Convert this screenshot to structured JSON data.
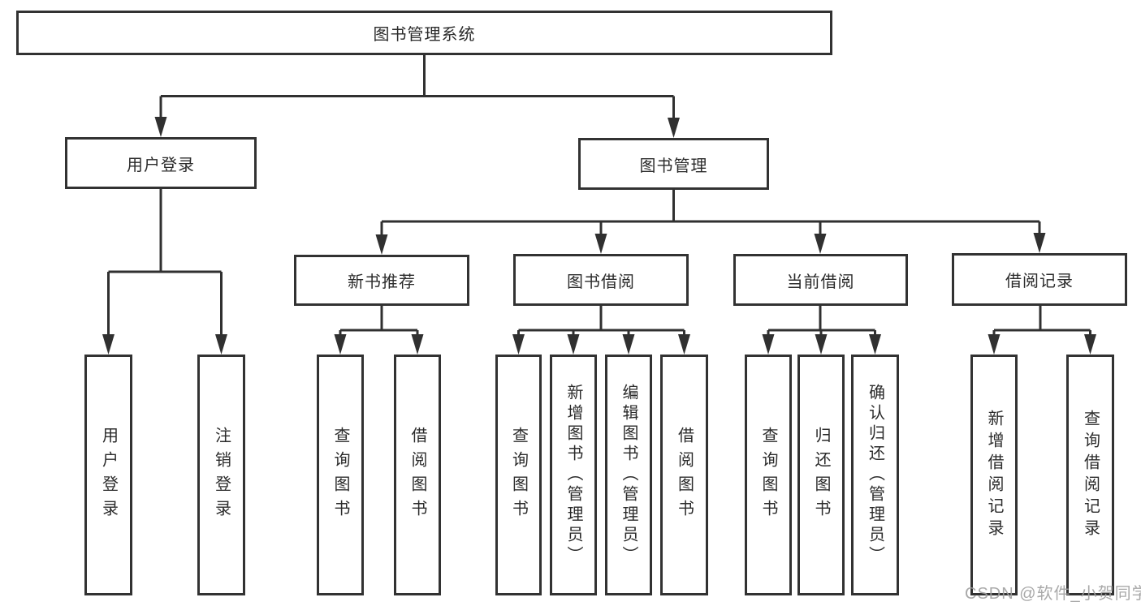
{
  "diagram_title": "图书管理系统",
  "nodes": {
    "root": "图书管理系统",
    "user_login": "用户登录",
    "book_mgmt": "图书管理",
    "new_book_rec": "新书推荐",
    "book_borrowing": "图书借阅",
    "current_borrowing": "当前借阅",
    "borrow_records": "借阅记录",
    "leaf_user_login": "用户登录",
    "leaf_logout": "注销登录",
    "leaf_query_books_rec": "查询图书",
    "leaf_borrow_books_rec": "借阅图书",
    "leaf_query_books_bor": "查询图书",
    "leaf_add_books": "新增图书（管理员）",
    "leaf_edit_books": "编辑图书（管理员）",
    "leaf_borrow_books_bor": "借阅图书",
    "leaf_query_books_cur": "查询图书",
    "leaf_return_books": "归还图书",
    "leaf_confirm_return": "确认归还（管理员）",
    "leaf_add_record": "新增借阅记录",
    "leaf_query_record": "查询借阅记录"
  },
  "hierarchy": [
    {
      "parent": "图书管理系统",
      "children": [
        "用户登录",
        "图书管理"
      ]
    },
    {
      "parent": "用户登录",
      "children": [
        "用户登录",
        "注销登录"
      ]
    },
    {
      "parent": "图书管理",
      "children": [
        "新书推荐",
        "图书借阅",
        "当前借阅",
        "借阅记录"
      ]
    },
    {
      "parent": "新书推荐",
      "children": [
        "查询图书",
        "借阅图书"
      ]
    },
    {
      "parent": "图书借阅",
      "children": [
        "查询图书",
        "新增图书（管理员）",
        "编辑图书（管理员）",
        "借阅图书"
      ]
    },
    {
      "parent": "当前借阅",
      "children": [
        "查询图书",
        "归还图书",
        "确认归还（管理员）"
      ]
    },
    {
      "parent": "借阅记录",
      "children": [
        "新增借阅记录",
        "查询借阅记录"
      ]
    }
  ],
  "watermark": {
    "text": "CSDN @软件_小贺同学"
  },
  "colors": {
    "line": "#303030",
    "box_border": "#323232",
    "text": "#2b2b2b",
    "watermark": "#a0a0a0",
    "background": "#ffffff"
  }
}
